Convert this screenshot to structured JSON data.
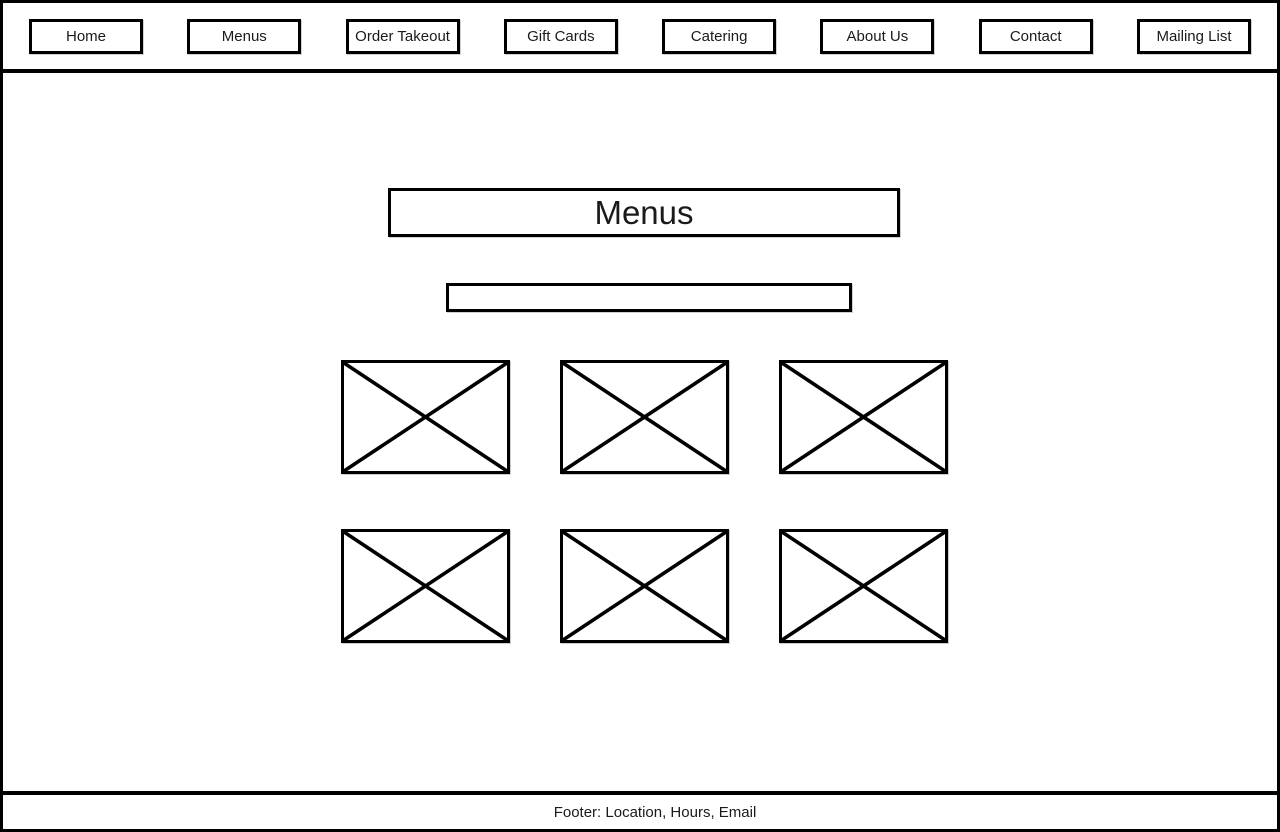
{
  "nav": {
    "items": [
      {
        "label": "Home"
      },
      {
        "label": "Menus"
      },
      {
        "label": "Order Takeout"
      },
      {
        "label": "Gift Cards"
      },
      {
        "label": "Catering"
      },
      {
        "label": "About Us"
      },
      {
        "label": "Contact"
      },
      {
        "label": "Mailing List"
      }
    ]
  },
  "main": {
    "title": "Menus",
    "subtitle_input_value": "",
    "image_placeholder_count": 6
  },
  "footer": {
    "text": "Footer: Location, Hours, Email"
  },
  "colors": {
    "border": "#000000",
    "background": "#ffffff",
    "text": "#1a1a1a"
  }
}
